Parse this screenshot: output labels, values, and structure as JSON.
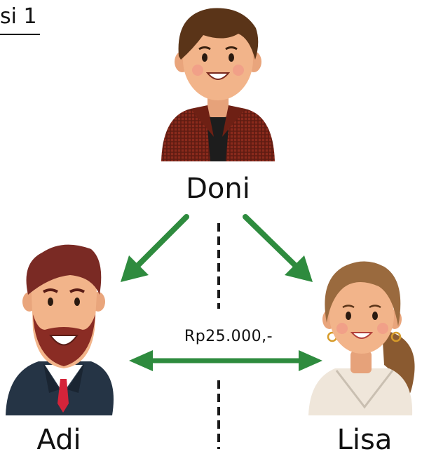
{
  "heading": {
    "label": "si 1"
  },
  "people": {
    "top": {
      "name": "Doni"
    },
    "left": {
      "name": "Adi"
    },
    "right": {
      "name": "Lisa"
    }
  },
  "transfer": {
    "amount": "Rp25.000,-"
  },
  "colors": {
    "arrow": "#2e8b3e",
    "skin": "#f2b48a",
    "doni_hair": "#5a3418",
    "doni_shirt": "#8a2a1c",
    "adi_hair": "#7a2a24",
    "adi_beard": "#8a2c24",
    "adi_suit": "#253445",
    "adi_tie": "#d4243a",
    "lisa_hair": "#9a6a3e",
    "lisa_top": "#efe6da"
  }
}
